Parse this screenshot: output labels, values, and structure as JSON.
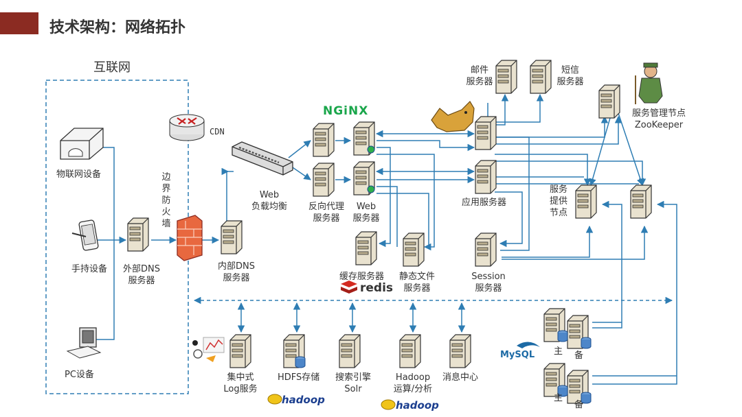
{
  "header": {
    "title": "技术架构：网络拓扑"
  },
  "zones": {
    "internet": "互联网"
  },
  "clients": {
    "iot": "物联网设备",
    "handheld": "手持设备",
    "pc": "PC设备"
  },
  "edge": {
    "cdn": "CDN",
    "firewall": [
      "边",
      "界",
      "防",
      "火",
      "墙"
    ],
    "external_dns": [
      "外部DNS",
      "服务器"
    ],
    "internal_dns": [
      "内部DNS",
      "服务器"
    ]
  },
  "web_tier": {
    "load_balancer": [
      "Web",
      "负载均衡"
    ],
    "reverse_proxy": [
      "反向代理",
      "服务器"
    ],
    "web_server": [
      "Web",
      "服务器"
    ],
    "cache": "缓存服务器",
    "static_files": [
      "静态文件",
      "服务器"
    ],
    "session": [
      "Session",
      "服务器"
    ]
  },
  "app_tier": {
    "app_server": "应用服务器",
    "mail": [
      "邮件",
      "服务器"
    ],
    "sms": [
      "短信",
      "服务器"
    ],
    "zookeeper": [
      "服务管理节点",
      "ZooKeeper"
    ],
    "service_provider": [
      "服务",
      "提供",
      "节点"
    ]
  },
  "data_tier": {
    "log": [
      "集中式",
      "Log服务"
    ],
    "hdfs": "HDFS存储",
    "search": [
      "搜索引擎",
      "Solr"
    ],
    "hadoop": [
      "Hadoop",
      "运算/分析"
    ],
    "mq": "消息中心",
    "db_primary_1": "主",
    "db_backup_1": "备",
    "db_primary_2": "主",
    "db_backup_2": "备"
  },
  "logos": {
    "nginx": "NGiNX",
    "redis": "redis",
    "mysql": "MySQL",
    "hadoop_hdfs": "hadoop",
    "hadoop": "hadoop"
  },
  "icons": [
    "router-icon",
    "firewall-icon",
    "server-icon",
    "load-balancer-icon",
    "tomcat-icon",
    "zookeeper-icon",
    "smartphone-icon",
    "pc-icon",
    "iot-device-icon",
    "database-icon"
  ],
  "colors": {
    "accent": "#8b2b22",
    "link": "#2e7db3",
    "zone_border": "#2e7db3"
  }
}
